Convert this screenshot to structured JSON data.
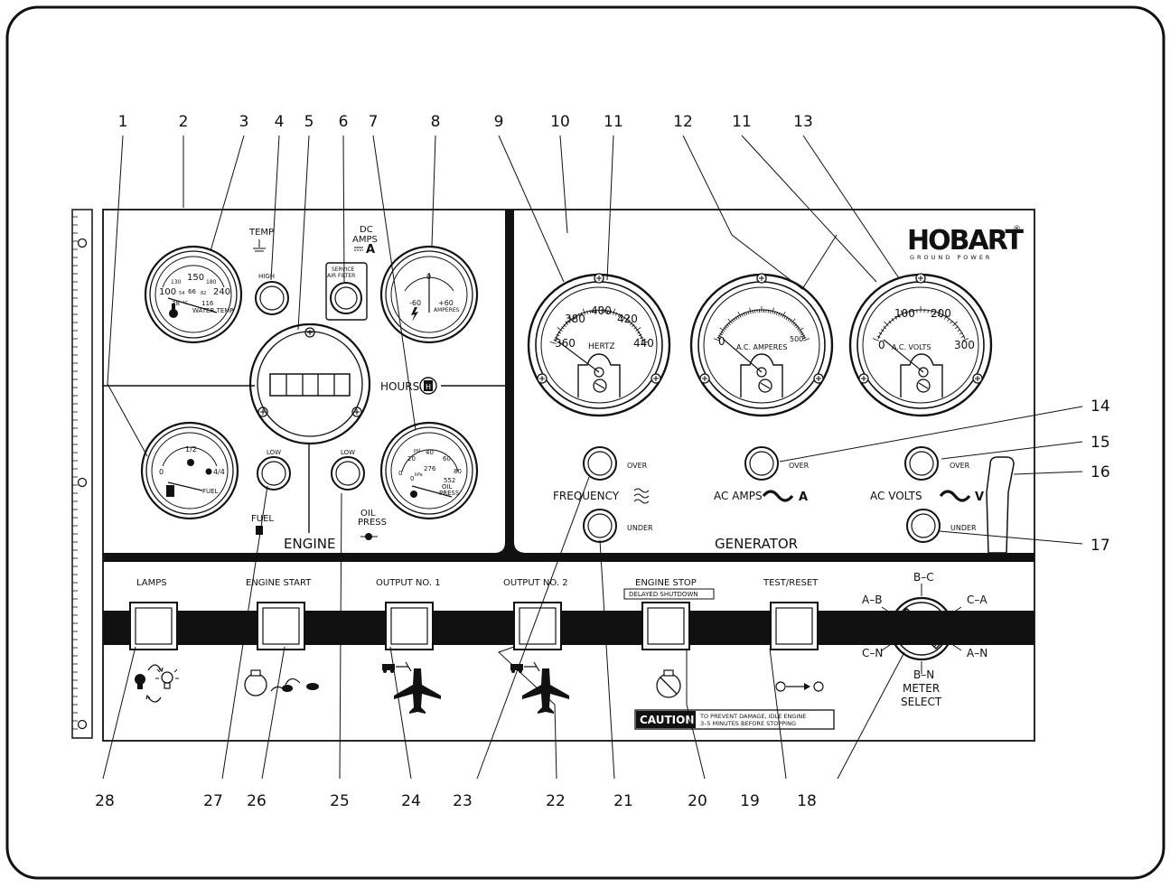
{
  "callouts_top": [
    "1",
    "2",
    "3",
    "4",
    "5",
    "6",
    "7",
    "8",
    "9",
    "10",
    "11",
    "12",
    "11",
    "13"
  ],
  "callouts_right": [
    "14",
    "15",
    "16",
    "17"
  ],
  "callouts_bottom": [
    "28",
    "27",
    "26",
    "25",
    "24",
    "23",
    "22",
    "21",
    "20",
    "19",
    "18"
  ],
  "brand": {
    "name": "HOBART",
    "registered": "®",
    "sub": "GROUND POWER"
  },
  "engine": {
    "section_label": "ENGINE",
    "water_temp_gauge": {
      "scale_f": [
        "100",
        "150",
        "240"
      ],
      "minor": [
        "130",
        "180"
      ],
      "scale_c": [
        "38",
        "66",
        "116"
      ],
      "minor_c": [
        "54",
        "82"
      ],
      "unit": "°C",
      "name": "WATER TEMP"
    },
    "temp_lamp": {
      "title": "TEMP",
      "label": "HIGH"
    },
    "air_filter": {
      "line1": "SERVICE",
      "line2": "AIR FILTER"
    },
    "dc_amps": {
      "title_line1": "DC",
      "title_line2": "AMPS",
      "unit_symbol": "A",
      "scale": [
        "0",
        "-60",
        "+60"
      ],
      "name": "AMPERES"
    },
    "hours": {
      "label": "HOURS",
      "icon_text": "H"
    },
    "fuel_gauge": {
      "scale": [
        "0",
        "1/2",
        "4/4"
      ],
      "name": "FUEL"
    },
    "fuel_lamp": {
      "label": "LOW",
      "title": "FUEL"
    },
    "oil_lamp": {
      "label": "LOW",
      "title_line1": "OIL",
      "title_line2": "PRESS"
    },
    "oil_gauge": {
      "scale_psi": [
        "0",
        "20",
        "40",
        "60",
        "80"
      ],
      "psi_unit": "psi",
      "scale_kpa": [
        "0",
        "276",
        "552"
      ],
      "kpa_unit": "kPa",
      "name_line1": "OIL",
      "name_line2": "PRESS"
    }
  },
  "generator": {
    "section_label": "GENERATOR",
    "hertz_meter": {
      "scale": [
        "360",
        "380",
        "400",
        "420",
        "440"
      ],
      "name": "HERTZ"
    },
    "amps_meter": {
      "scale": [
        "0",
        "500"
      ],
      "name": "A.C. AMPERES"
    },
    "volts_meter": {
      "scale": [
        "0",
        "100",
        "200",
        "300"
      ],
      "name": "A.C. VOLTS"
    },
    "frequency": {
      "label": "FREQUENCY",
      "over": "OVER",
      "under": "UNDER"
    },
    "ac_amps": {
      "label": "AC AMPS",
      "unit": "A",
      "over": "OVER"
    },
    "ac_volts": {
      "label": "AC VOLTS",
      "unit": "V",
      "over": "OVER",
      "under": "UNDER"
    }
  },
  "buttons": {
    "lamps": "LAMPS",
    "engine_start": "ENGINE START",
    "output1": "OUTPUT NO. 1",
    "output2": "OUTPUT NO. 2",
    "engine_stop": "ENGINE STOP",
    "delayed_shutdown": "DELAYED SHUTDOWN",
    "test_reset": "TEST/RESET"
  },
  "meter_select": {
    "title_line1": "METER",
    "title_line2": "SELECT",
    "positions": [
      "B–C",
      "C–A",
      "A–N",
      "B–N",
      "C–N",
      "A–B"
    ]
  },
  "caution": {
    "title": "CAUTION",
    "line1": "TO PREVENT DAMAGE, IDLE ENGINE",
    "line2": "3–5 MINUTES BEFORE STOPPING"
  },
  "colors": {
    "ink": "#111111",
    "paper": "#ffffff"
  }
}
